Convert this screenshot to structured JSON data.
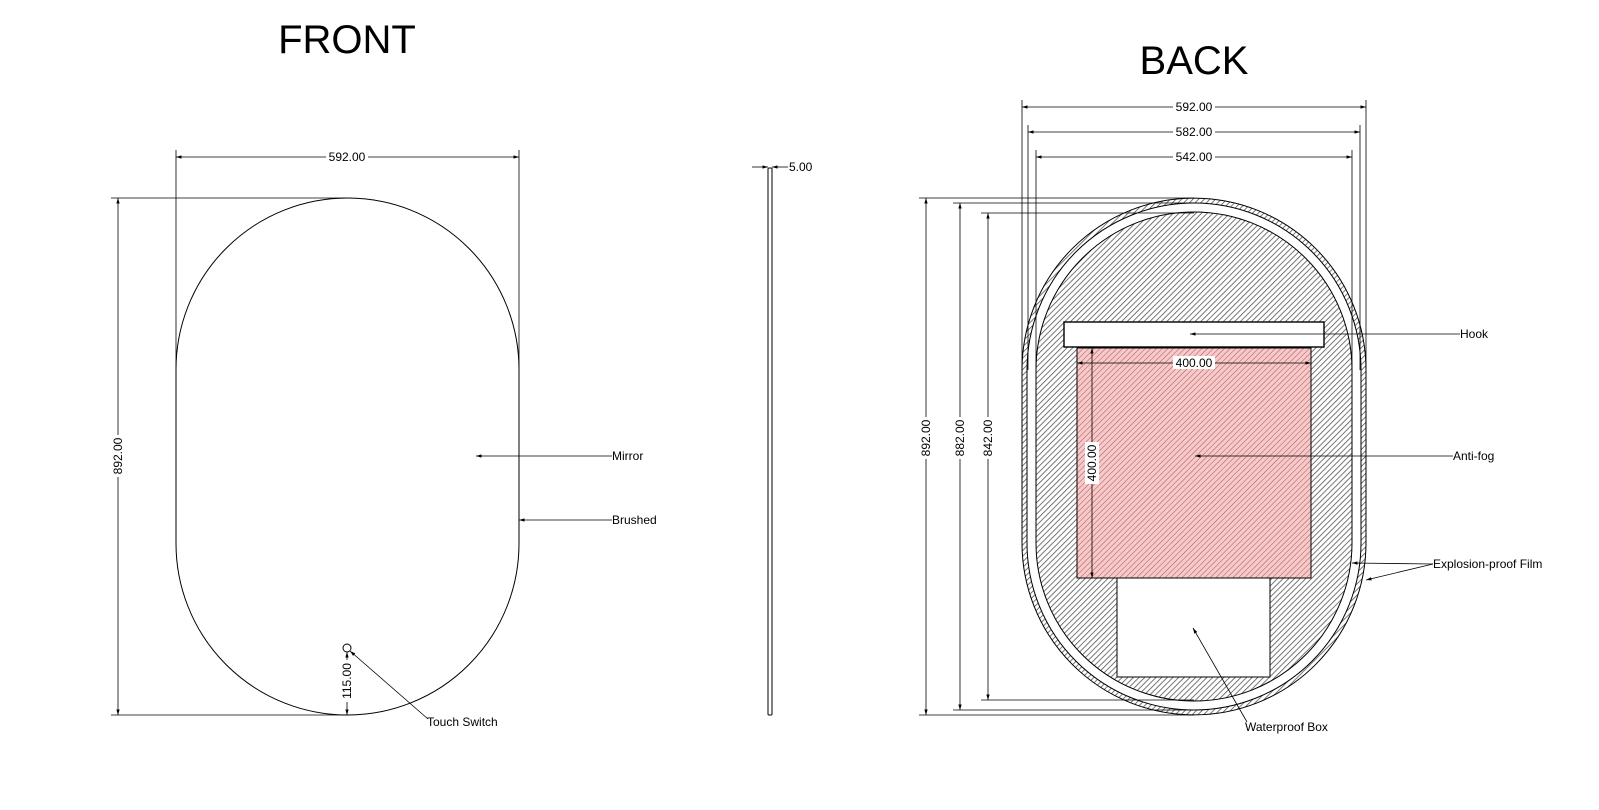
{
  "titles": {
    "front": "FRONT",
    "back": "BACK"
  },
  "front": {
    "width_dim": "592.00",
    "height_dim": "892.00",
    "switch_dim": "115.00",
    "labels": {
      "mirror": "Mirror",
      "brushed": "Brushed",
      "touch_switch": "Touch Switch"
    }
  },
  "side": {
    "thickness_dim": "5.00"
  },
  "back": {
    "width_dims": [
      "592.00",
      "582.00",
      "542.00"
    ],
    "height_dims": [
      "892.00",
      "882.00",
      "842.00"
    ],
    "antifog_width_dim": "400.00",
    "antifog_height_dim": "400.00",
    "labels": {
      "hook": "Hook",
      "anti_fog": "Anti-fog",
      "explosion_proof_film": "Explosion-proof Film",
      "waterproof_box": "Waterproof Box"
    }
  },
  "colors": {
    "anti_fog": "#f4c9c9",
    "hatch": "#555555"
  }
}
